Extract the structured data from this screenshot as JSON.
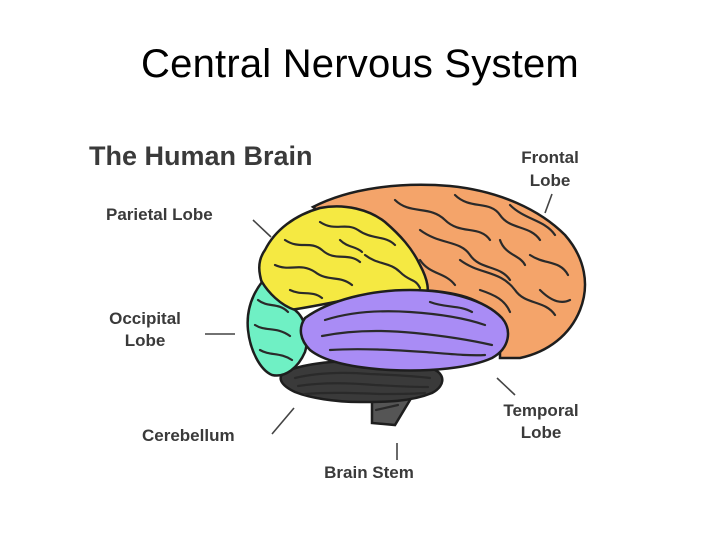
{
  "slide": {
    "title": "Central Nervous System"
  },
  "diagram": {
    "heading": "The Human Brain",
    "labels": {
      "frontal_line1": "Frontal",
      "frontal_line2": "Lobe",
      "parietal": "Parietal Lobe",
      "occipital_line1": "Occipital",
      "occipital_line2": "Lobe",
      "cerebellum": "Cerebellum",
      "brain_stem": "Brain Stem",
      "temporal_line1": "Temporal",
      "temporal_line2": "Lobe"
    },
    "colors": {
      "frontal": "#f4a46a",
      "parietal": "#f5e942",
      "occipital": "#6ff0c4",
      "temporal": "#a98cf5",
      "cerebellum": "#3a3a3a",
      "brain_stem": "#555555"
    }
  }
}
